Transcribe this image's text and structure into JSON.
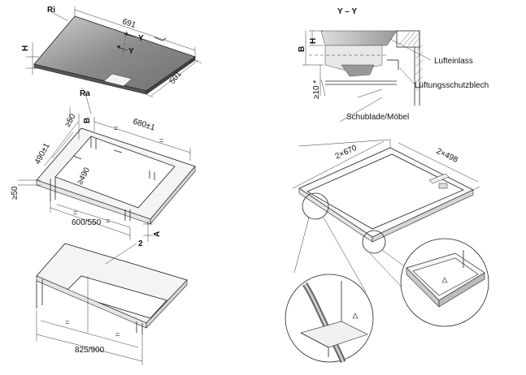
{
  "labels": {
    "ri": "Ri",
    "ra": "Ra",
    "w691": "691",
    "d501": "501",
    "h": "H",
    "y1": "Y",
    "y2": "Y",
    "b1": "B",
    "min50a": "≥50",
    "w680": "680±1",
    "d490": "490±1",
    "min490": "≥490",
    "min50b": "≥50",
    "w600": "600/550",
    "a": "A",
    "n2": "2",
    "w825": "825/900",
    "eq": "=",
    "section_title": "Y – Y",
    "h2": "H",
    "b2": "B",
    "min10": "≥10 *",
    "lufteinlass": "Lufteinlass",
    "lueftungsschutzblech": "Lüftungsschutzblech",
    "schublade": "Schublade/Möbel",
    "w2x670": "2×670",
    "d2x498": "2×498"
  },
  "colors": {
    "hob_top": "#8a8a8a",
    "hob_highlight": "#c8c8c8",
    "line": "#222222"
  }
}
